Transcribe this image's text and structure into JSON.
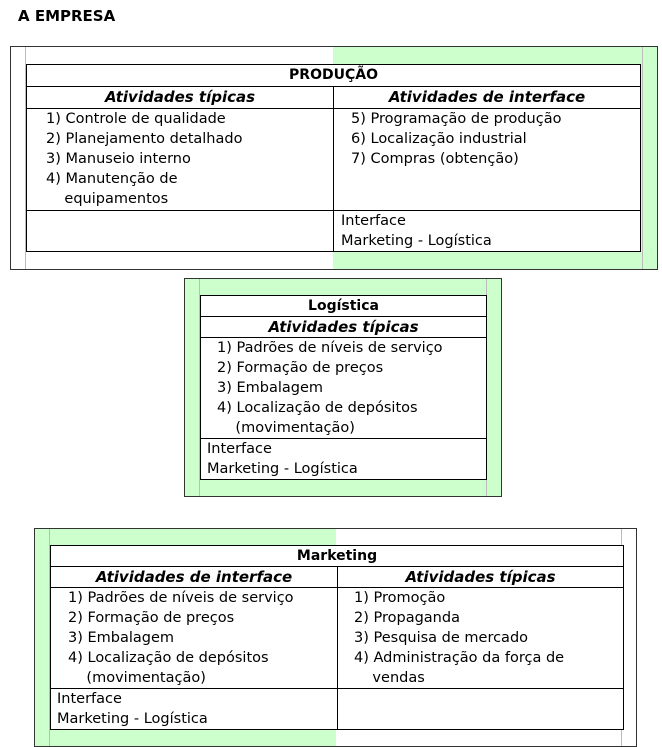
{
  "page_title": "A EMPRESA",
  "producao": {
    "title": "PRODUÇÃO",
    "left_header": "Atividades típicas",
    "right_header": "Atividades de interface",
    "left_items": [
      "1) Controle de qualidade",
      "2) Planejamento detalhado",
      "3) Manuseio interno",
      "4) Manutenção de",
      "    equipamentos"
    ],
    "right_items": [
      "5) Programação de produção",
      "6) Localização industrial",
      "7) Compras (obtenção)"
    ],
    "interface": [
      "Interface",
      "Marketing - Logística"
    ]
  },
  "logistica": {
    "title": "Logística",
    "header": "Atividades típicas",
    "items": [
      "1) Padrões de níveis de serviço",
      "2) Formação de preços",
      "3) Embalagem",
      "4) Localização de depósitos",
      "    (movimentação)"
    ],
    "interface": [
      "Interface",
      "Marketing - Logística"
    ]
  },
  "marketing": {
    "title": "Marketing",
    "left_header": "Atividades de interface",
    "right_header": "Atividades típicas",
    "left_items": [
      "1) Padrões de níveis de serviço",
      "2) Formação de preços",
      "3) Embalagem",
      "4) Localização de depósitos",
      "    (movimentação)"
    ],
    "right_items": [
      "1) Promoção",
      "2) Propaganda",
      "3) Pesquisa de mercado",
      "4) Administração da força de",
      "    vendas"
    ],
    "interface": [
      "Interface",
      "Marketing - Logística"
    ]
  },
  "colors": {
    "green": "#ccffcc"
  }
}
